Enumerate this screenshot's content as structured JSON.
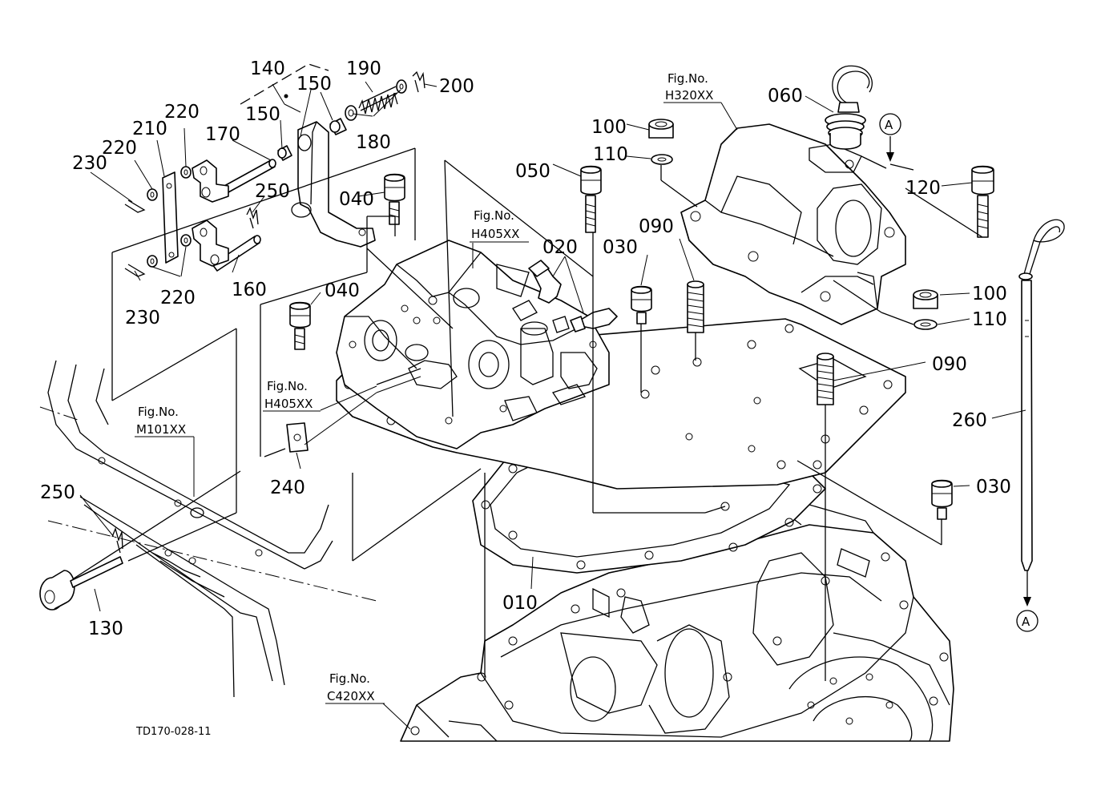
{
  "diagram": {
    "code": "TD170-028-11",
    "fig_refs": [
      {
        "prefix": "Fig.No.",
        "code": "H320XX"
      },
      {
        "prefix": "Fig.No.",
        "code": "H405XX"
      },
      {
        "prefix": "Fig.No.",
        "code": "H405XX"
      },
      {
        "prefix": "Fig.No.",
        "code": "M101XX"
      },
      {
        "prefix": "Fig.No.",
        "code": "C420XX"
      }
    ],
    "part_labels": [
      "140",
      "190",
      "200",
      "150",
      "150",
      "220",
      "210",
      "170",
      "180",
      "220",
      "230",
      "250",
      "040",
      "160",
      "230",
      "220",
      "100",
      "110",
      "050",
      "020",
      "030",
      "090",
      "060",
      "120",
      "100",
      "110",
      "090",
      "260",
      "040",
      "240",
      "030",
      "250",
      "010",
      "130"
    ],
    "ref_marks": [
      "A",
      "A"
    ]
  }
}
